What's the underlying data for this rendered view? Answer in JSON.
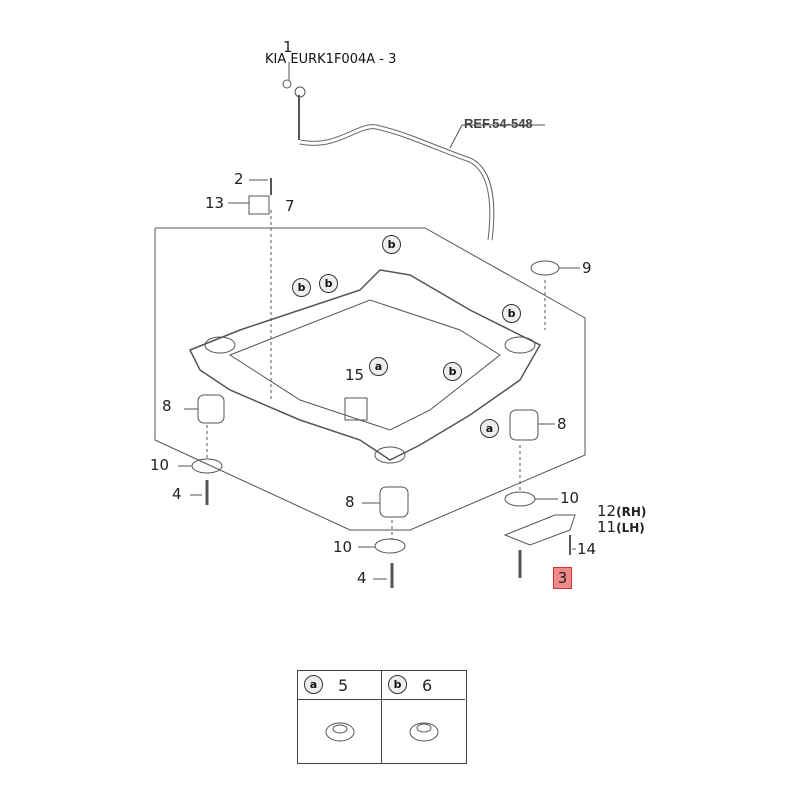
{
  "title": "KIA EURK1F004A - 3",
  "reference": "REF.54-548",
  "callouts": {
    "c1": "1",
    "c2": "2",
    "c13": "13",
    "c7": "7",
    "c9": "9",
    "c15": "15",
    "c8a": "8",
    "c8b": "8",
    "c8c": "8",
    "c10a": "10",
    "c10b": "10",
    "c10c": "10",
    "c4a": "4",
    "c4b": "4",
    "c12": "12",
    "c12_side": "(RH)",
    "c11": "11",
    "c11_side": "(LH)",
    "c14": "14",
    "c3": "3"
  },
  "highlighted_part": "3",
  "highlight_color": "#f08a8a",
  "location_markers": {
    "a": "a",
    "b": "b"
  },
  "legend": [
    {
      "marker": "a",
      "part": "5"
    },
    {
      "marker": "b",
      "part": "6"
    }
  ]
}
